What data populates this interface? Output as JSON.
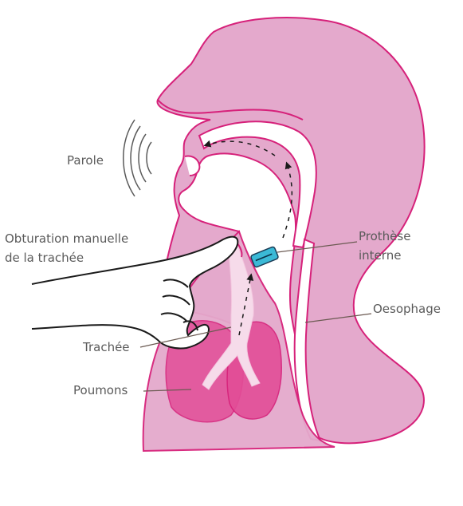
{
  "labels": {
    "parole": "Parole",
    "obturation_line1": "Obturation manuelle",
    "obturation_line2": "de la trachée",
    "prothese_line1": "Prothèse",
    "prothese_line2": "interne",
    "oesophage": "Oesophage",
    "trachee": "Trachée",
    "poumons": "Poumons"
  },
  "colors": {
    "head_fill": "#e4a9cc",
    "outline": "#d6217a",
    "lung_fill": "#e24d97",
    "trachea_fill": "#f6dbea",
    "prosthesis_fill": "#3bb9d6",
    "text": "#5a5a5a",
    "leader": "#6b5a52"
  }
}
